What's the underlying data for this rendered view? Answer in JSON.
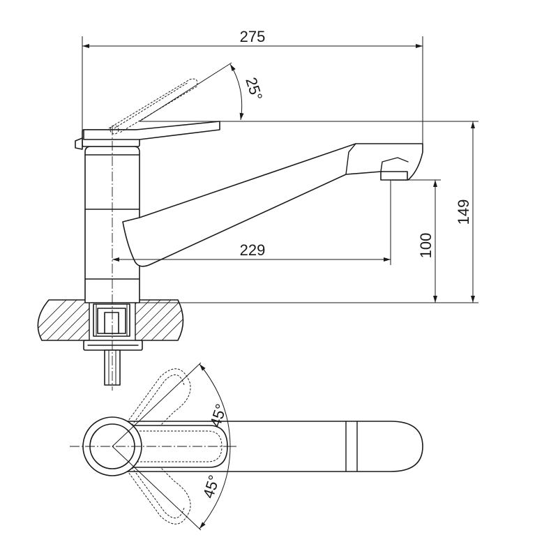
{
  "dimensions": {
    "total_length": "275",
    "spout_reach": "229",
    "spout_height": "100",
    "total_height": "149",
    "lever_angle": "25°",
    "rotation_angle_top": "45°",
    "rotation_angle_bottom": "45°"
  }
}
